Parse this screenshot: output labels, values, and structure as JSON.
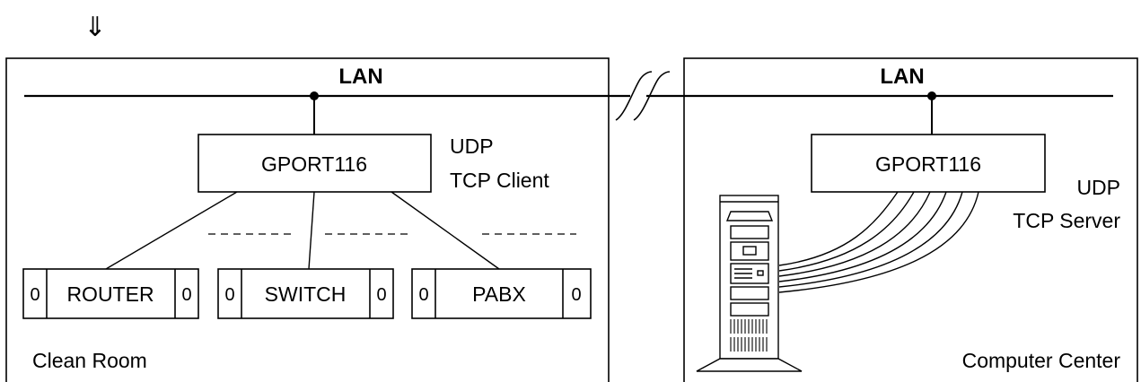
{
  "arrow_glyph": "⇓",
  "left_site": {
    "lan_label": "LAN",
    "device_label": "GPORT116",
    "mode_lines": [
      "UDP",
      "TCP Client"
    ],
    "room_label": "Clean Room",
    "equipment": [
      {
        "label": "ROUTER",
        "port_left": "0",
        "port_right": "0"
      },
      {
        "label": "SWITCH",
        "port_left": "0",
        "port_right": "0"
      },
      {
        "label": "PABX",
        "port_left": "0",
        "port_right": "0"
      }
    ]
  },
  "right_site": {
    "lan_label": "LAN",
    "device_label": "GPORT116",
    "mode_lines": [
      "UDP",
      "TCP Server"
    ],
    "room_label": "Computer Center"
  }
}
